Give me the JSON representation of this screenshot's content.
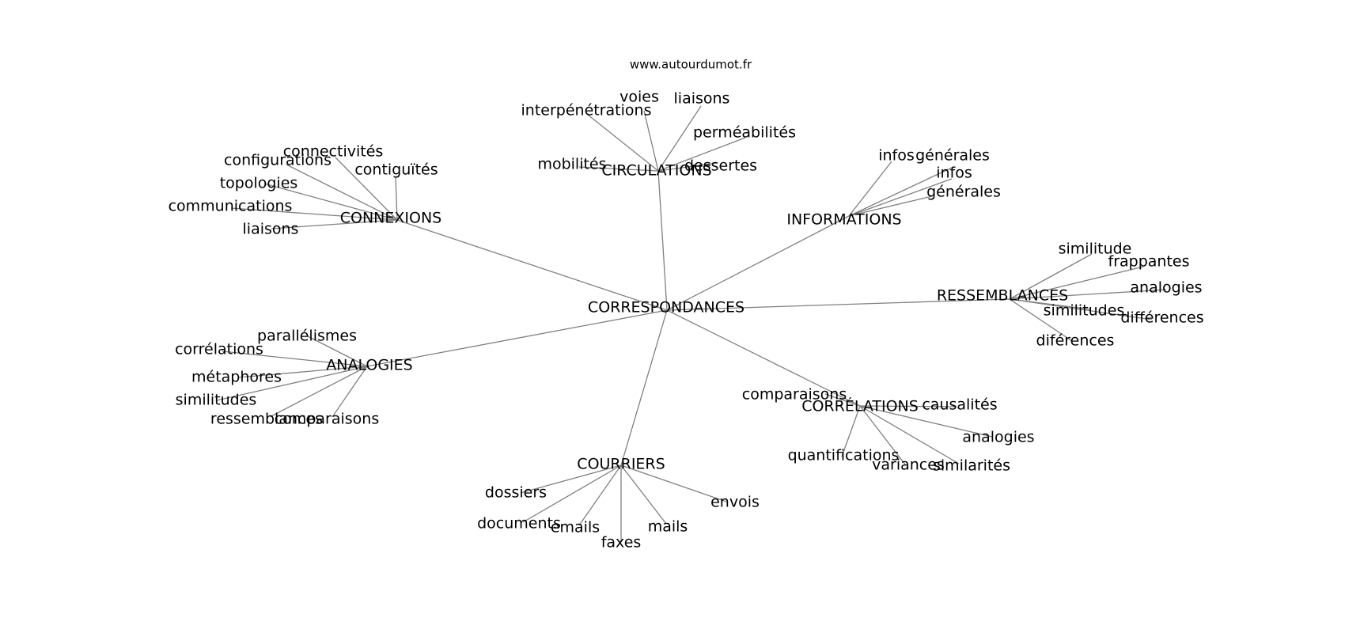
{
  "source": "www.autourdumot.fr",
  "center": "CORRESPONDANCES",
  "groups": [
    {
      "label": "CIRCULATIONS",
      "words": [
        "voies",
        "liaisons",
        "interpénétrations",
        "perméabilités",
        "mobilités",
        "dessertes"
      ]
    },
    {
      "label": "CONNEXIONS",
      "words": [
        "connectivités",
        "configurations",
        "contiguïtés",
        "topologies",
        "communications",
        "liaisons"
      ]
    },
    {
      "label": "INFORMATIONS",
      "words": [
        "infos",
        "générales",
        "infos",
        "générales"
      ]
    },
    {
      "label": "RESSEMBLANCES",
      "words": [
        "similitude",
        "frappantes",
        "analogies",
        "similitudes",
        "différences",
        "diférences"
      ]
    },
    {
      "label": "ANALOGIES",
      "words": [
        "parallélismes",
        "corrélations",
        "métaphores",
        "similitudes",
        "ressemblances",
        "comparaisons"
      ]
    },
    {
      "label": "CORRÉLATIONS",
      "words": [
        "comparaisons",
        "causalités",
        "analogies",
        "quantifications",
        "variances",
        "similarités"
      ]
    },
    {
      "label": "COURRIERS",
      "words": [
        "dossiers",
        "documents",
        "emails",
        "faxes",
        "mails",
        "envois"
      ]
    }
  ]
}
